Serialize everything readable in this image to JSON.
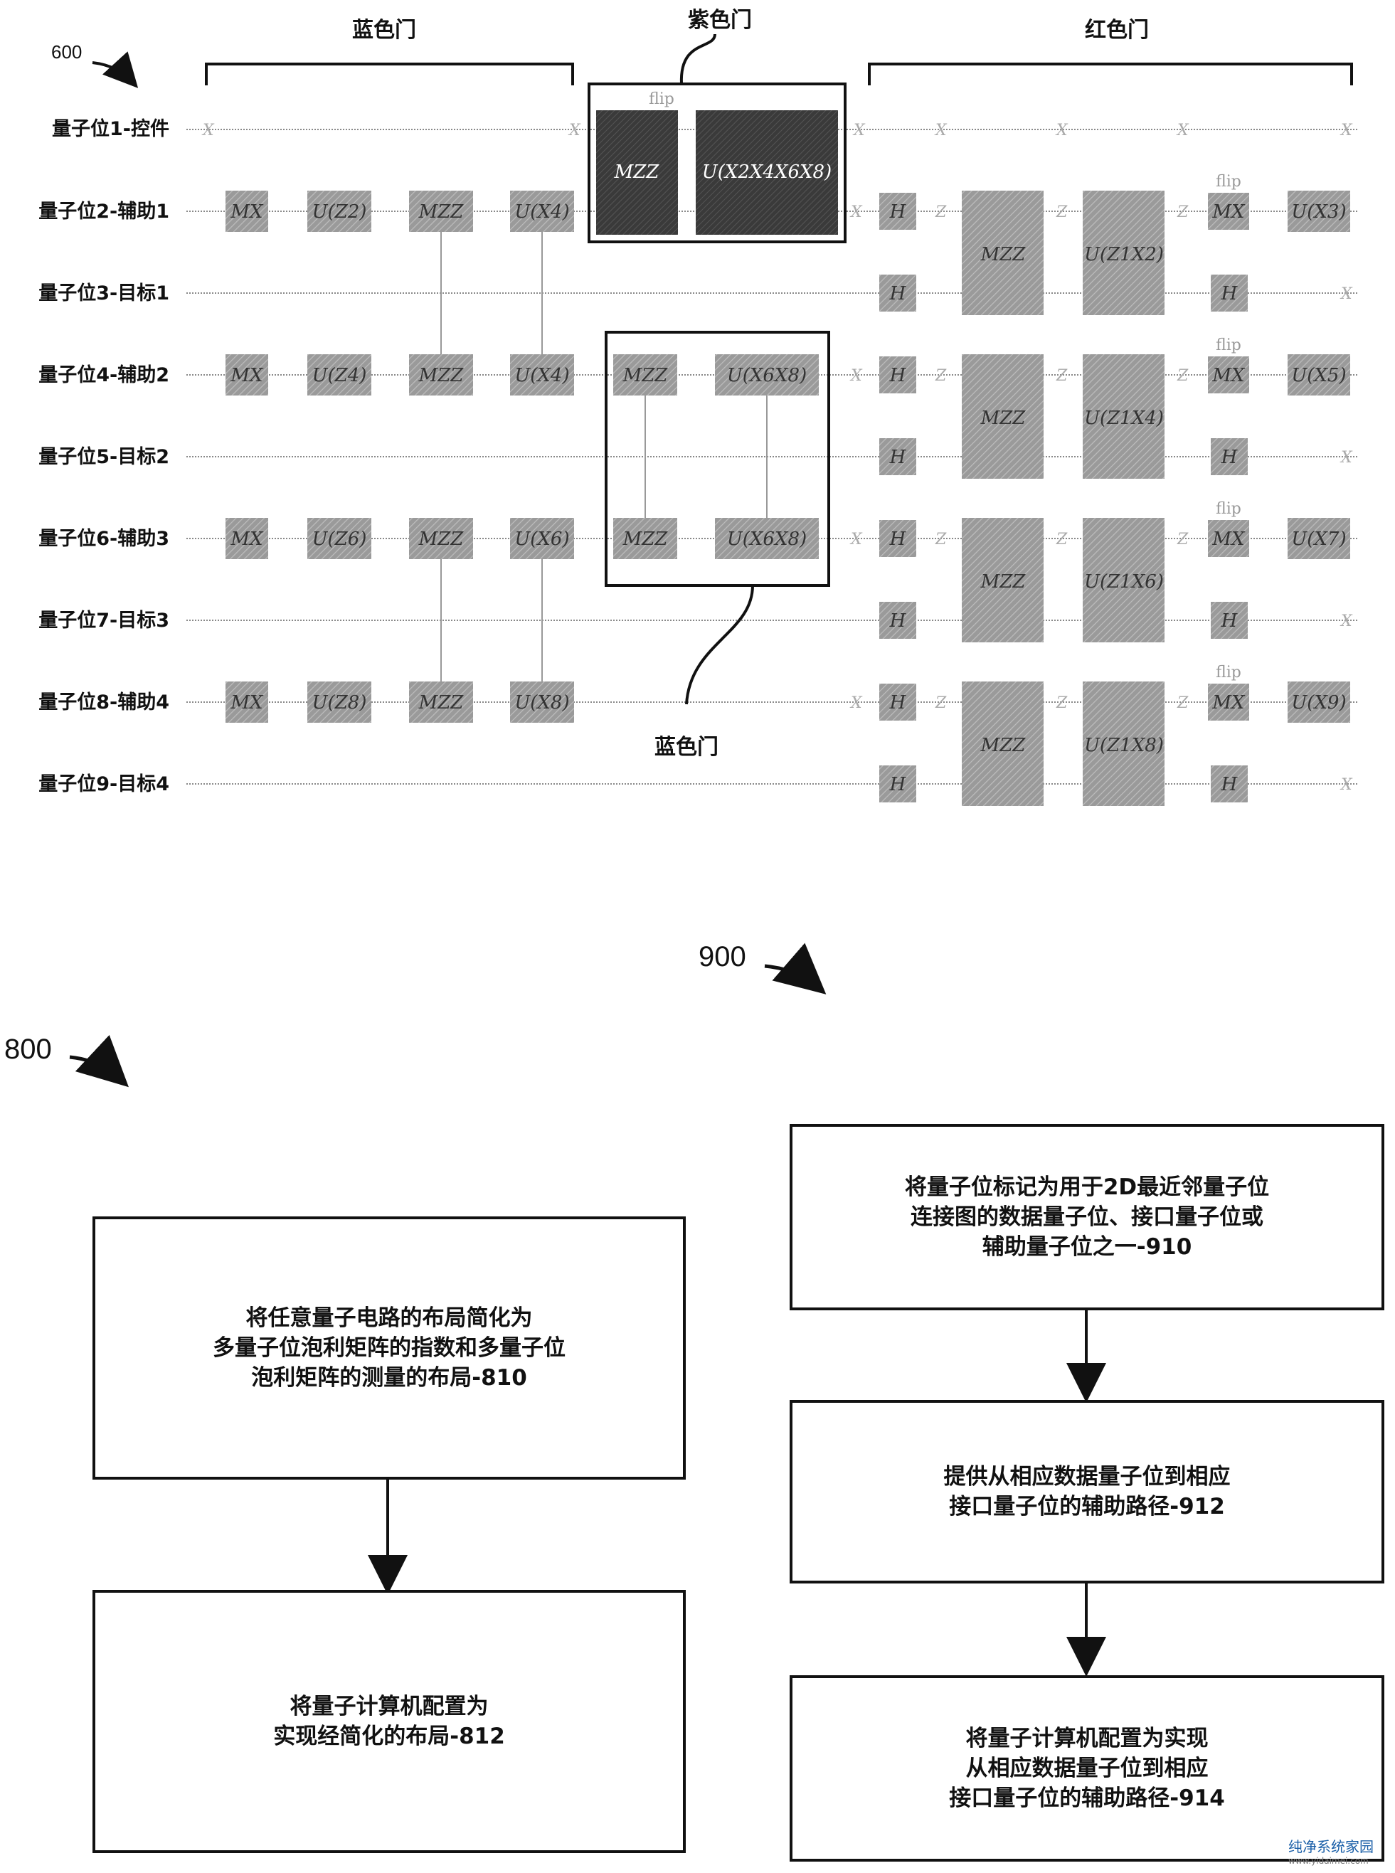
{
  "fig600": {
    "ref": "600",
    "bracket_blue": "蓝色门",
    "bracket_purple": "紫色门",
    "bracket_red": "红色门",
    "bracket_blue_lower": "蓝色门",
    "qubits": [
      "量子位1-控件",
      "量子位2-辅助1",
      "量子位3-目标1",
      "量子位4-辅助2",
      "量子位5-目标2",
      "量子位6-辅助3",
      "量子位7-目标3",
      "量子位8-辅助4",
      "量子位9-目标4"
    ],
    "gate_texts": {
      "mx": "MX",
      "uz2": "U(Z2)",
      "uz4": "U(Z4)",
      "uz6": "U(Z6)",
      "uz8": "U(Z8)",
      "mzz": "MZZ",
      "ux4": "U(X4)",
      "ux6": "U(X6)",
      "ux8": "U(X8)",
      "big_u": "U(X2X4X6X8)",
      "ux6x8": "U(X6X8)",
      "h": "H",
      "uz1x2": "U(Z1X2)",
      "uz1x4": "U(Z1X4)",
      "uz1x6": "U(Z1X6)",
      "uz1x8": "U(Z1X8)",
      "ux3": "U(X3)",
      "ux5": "U(X5)",
      "ux7": "U(X7)",
      "ux9": "U(X9)",
      "flip": "flip",
      "x": "X",
      "z": "Z"
    }
  },
  "fig800": {
    "ref": "800",
    "box1": "将任意量子电路的布局简化为\n多量子位泡利矩阵的指数和多量子位\n泡利矩阵的测量的布局-810",
    "box2": "将量子计算机配置为\n实现经简化的布局-812"
  },
  "fig900": {
    "ref": "900",
    "box1": "将量子位标记为用于2D最近邻量子位\n连接图的数据量子位、接口量子位或\n辅助量子位之一-910",
    "box2": "提供从相应数据量子位到相应\n接口量子位的辅助路径-912",
    "box3": "将量子计算机配置为实现\n从相应数据量子位到相应\n接口量子位的辅助路径-914"
  },
  "watermark": {
    "title": "纯净系统家园",
    "url": "www.yidaimei.com"
  }
}
